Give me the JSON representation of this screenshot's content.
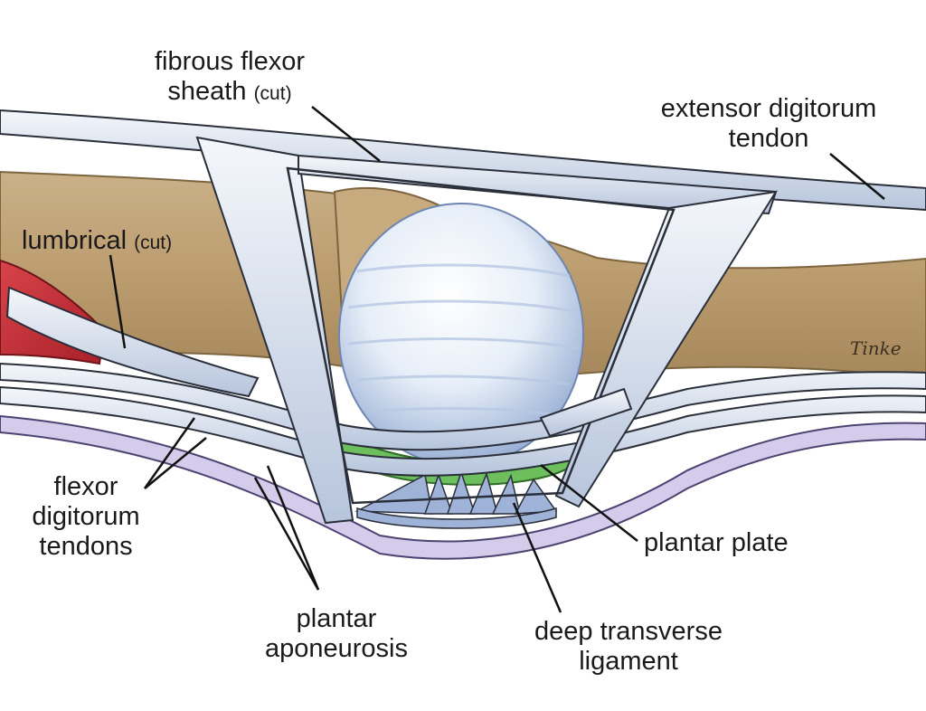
{
  "colors": {
    "bone": "#c3a57a",
    "bone_dark": "#9c7f55",
    "tendon": "#dfe7f1",
    "tendon_shadow": "#8c9fbd",
    "tendon_outline": "#2a2f3a",
    "aponeurosis": "#c8bfe0",
    "muscle": "#c8313a",
    "plate": "#6cbf5c",
    "capsule": "#e9f0f8",
    "ligament": "#9fb2d8"
  },
  "labels": {
    "fibrous_flexor_sheath": {
      "line1": "fibrous flexor",
      "line2": "sheath",
      "suffix": "(cut)"
    },
    "extensor_digitorum_tendon": {
      "line1": "extensor digitorum",
      "line2": "tendon"
    },
    "lumbrical": {
      "text": "lumbrical",
      "suffix": "(cut)"
    },
    "flexor_digitorum_tendons": {
      "line1": "flexor",
      "line2": "digitorum",
      "line3": "tendons"
    },
    "plantar_plate": {
      "text": "plantar plate"
    },
    "plantar_aponeurosis": {
      "line1": "plantar",
      "line2": "aponeurosis"
    },
    "deep_transverse_ligament": {
      "line1": "deep transverse",
      "line2": "ligament"
    }
  },
  "signature_text": "Tinke"
}
